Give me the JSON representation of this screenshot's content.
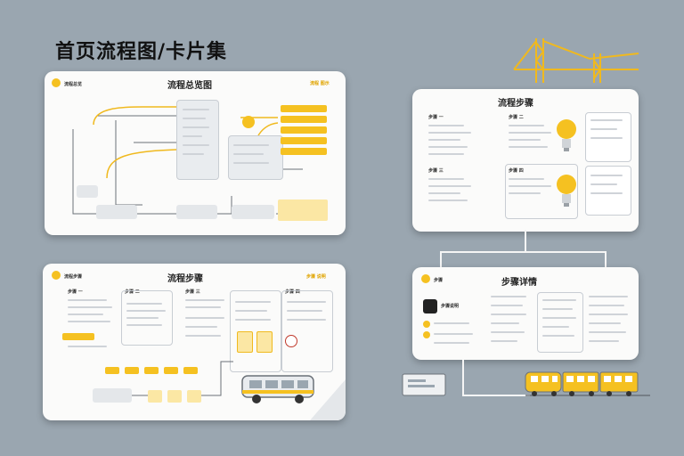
{
  "page": {
    "title": "首页流程图/卡片集"
  },
  "colors": {
    "background": "#9aa6b0",
    "card": "#fbfbfa",
    "accent": "#f5c121",
    "line": "#6b7178"
  },
  "cards": {
    "card1": {
      "title": "流程总览图",
      "logo_text": "流程总览",
      "tag": "流程 图示"
    },
    "card2": {
      "title": "流程步骤",
      "section_labels": [
        "步骤 一",
        "步骤 二",
        "步骤 三",
        "步骤 四"
      ]
    },
    "card3": {
      "title": "流程步骤",
      "logo_text": "流程步骤",
      "tag": "步骤 说明",
      "section_labels": [
        "步骤 一",
        "步骤 二",
        "步骤 三",
        "步骤 四"
      ]
    },
    "card4": {
      "title": "步骤详情",
      "logo_text": "步骤",
      "section_label": "步骤说明"
    }
  },
  "icons": [
    "crane-icon",
    "lightbulb-icon",
    "bus-icon",
    "train-icon",
    "phone-icon",
    "clock-icon",
    "document-icon"
  ]
}
